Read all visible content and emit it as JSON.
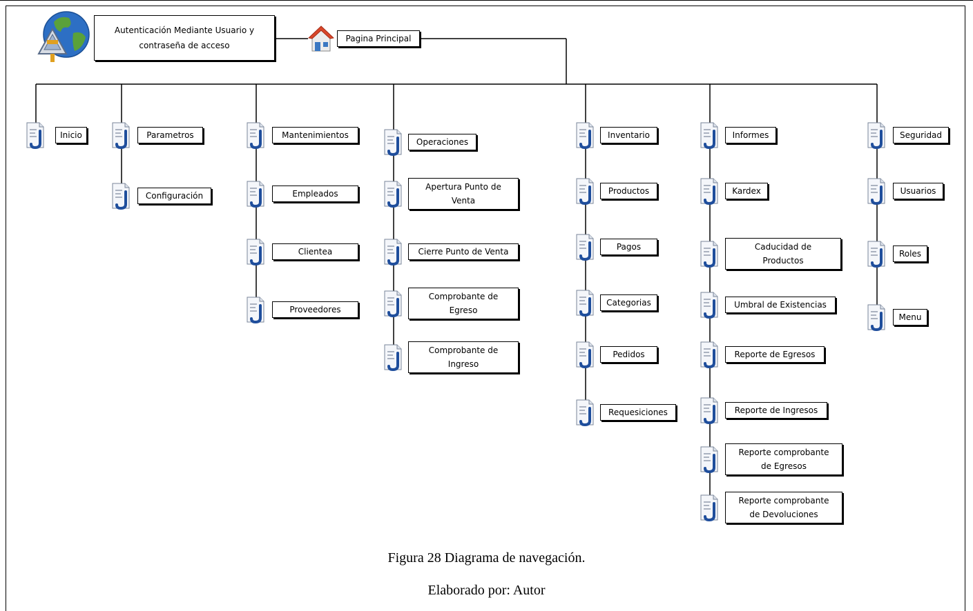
{
  "auth": {
    "line1": "Autenticación Mediante Usuario y",
    "line2": "contraseña de acceso"
  },
  "home": {
    "label": "Pagina Principal"
  },
  "columns": [
    {
      "items": [
        {
          "lines": [
            "Inicio"
          ]
        }
      ]
    },
    {
      "items": [
        {
          "lines": [
            "Parametros"
          ]
        },
        {
          "lines": [
            "Configuración"
          ]
        }
      ]
    },
    {
      "items": [
        {
          "lines": [
            "Mantenimientos"
          ]
        },
        {
          "lines": [
            "Empleados"
          ]
        },
        {
          "lines": [
            "Clientea"
          ]
        },
        {
          "lines": [
            "Proveedores"
          ]
        }
      ]
    },
    {
      "items": [
        {
          "lines": [
            "Operaciones"
          ]
        },
        {
          "lines": [
            "Apertura Punto de",
            "Venta"
          ]
        },
        {
          "lines": [
            "Cierre Punto de Venta"
          ]
        },
        {
          "lines": [
            "Comprobante de",
            "Egreso"
          ]
        },
        {
          "lines": [
            "Comprobante de",
            "Ingreso"
          ]
        }
      ]
    },
    {
      "items": [
        {
          "lines": [
            "Inventario"
          ]
        },
        {
          "lines": [
            "Productos"
          ]
        },
        {
          "lines": [
            "Pagos"
          ]
        },
        {
          "lines": [
            "Categorias"
          ]
        },
        {
          "lines": [
            "Pedidos"
          ]
        },
        {
          "lines": [
            "Requesiciones"
          ]
        }
      ]
    },
    {
      "items": [
        {
          "lines": [
            "Informes"
          ]
        },
        {
          "lines": [
            "Kardex"
          ]
        },
        {
          "lines": [
            "Caducidad de",
            "Productos"
          ]
        },
        {
          "lines": [
            "Umbral de Existencias"
          ]
        },
        {
          "lines": [
            "Reporte de Egresos"
          ]
        },
        {
          "lines": [
            "Reporte de Ingresos"
          ]
        },
        {
          "lines": [
            "Reporte comprobante",
            "de Egresos"
          ]
        },
        {
          "lines": [
            "Reporte comprobante",
            "de Devoluciones"
          ]
        }
      ]
    },
    {
      "items": [
        {
          "lines": [
            "Seguridad"
          ]
        },
        {
          "lines": [
            "Usuarios"
          ]
        },
        {
          "lines": [
            "Roles"
          ]
        },
        {
          "lines": [
            "Menu"
          ]
        }
      ]
    }
  ],
  "caption": {
    "figure": "Figura  28 Diagrama de navegación.",
    "credit": "Elaborado por: Autor"
  },
  "colors": {
    "line": "#000000",
    "doc_blue": "#1f4e9c",
    "globe_blue": "#2d6fc4",
    "globe_green": "#5aa13a",
    "home_red": "#d9472b"
  },
  "icons": {
    "auth": "globe-warning-icon",
    "home": "home-icon",
    "page": "document-icon"
  }
}
